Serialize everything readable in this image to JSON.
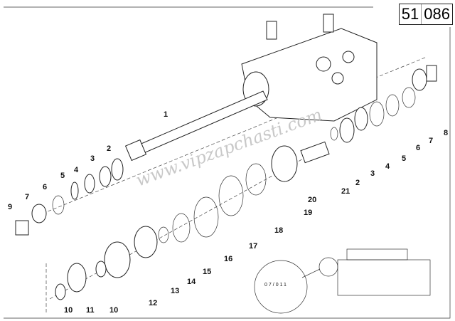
{
  "reference": {
    "group": "51",
    "number": "086"
  },
  "watermark": "www.vipzapchasti.com",
  "inset_code": "07/011",
  "callouts": {
    "shaft": "1",
    "left": [
      "2",
      "3",
      "4",
      "5",
      "6",
      "7",
      "9"
    ],
    "right": [
      "2",
      "3",
      "4",
      "5",
      "6",
      "7",
      "8"
    ],
    "lower": [
      "10",
      "11",
      "10",
      "12",
      "13",
      "14",
      "15",
      "16",
      "17",
      "18",
      "19",
      "20",
      "21"
    ]
  }
}
